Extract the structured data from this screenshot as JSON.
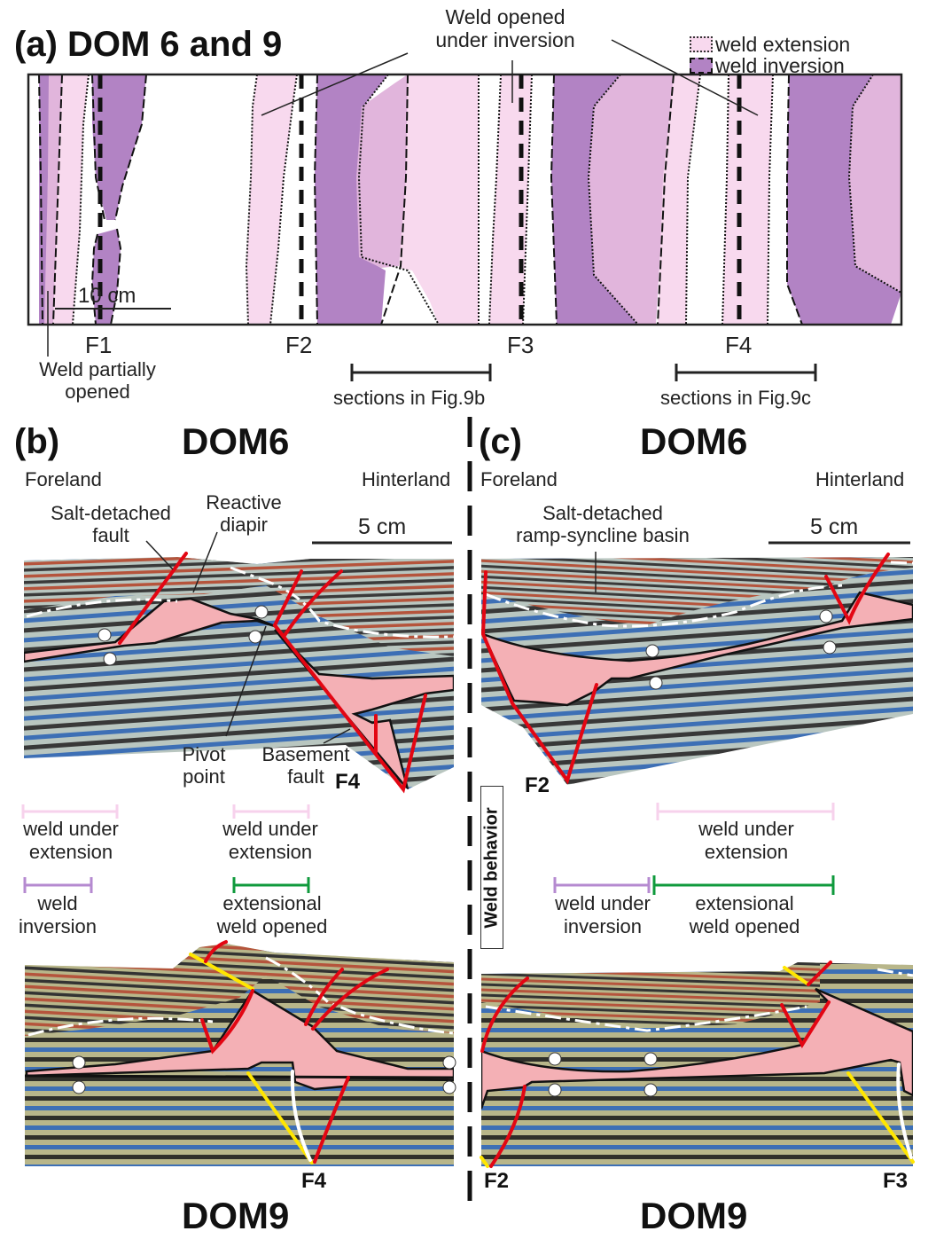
{
  "panel_a": {
    "title": "(a) DOM 6 and 9",
    "legend": [
      {
        "label": "weld extension",
        "color": "#f8d9ee",
        "border": "dotted"
      },
      {
        "label": "weld inversion",
        "color": "#b283c4",
        "border": "dashed"
      }
    ],
    "annotations": {
      "weld_opened": [
        "Weld opened",
        "under inversion"
      ],
      "weld_partially": [
        "Weld partially",
        "opened"
      ],
      "scale": "10 cm"
    },
    "faults": [
      "F1",
      "F2",
      "F3",
      "F4"
    ],
    "sections": [
      "sections in Fig.9b",
      "sections in Fig.9c"
    ],
    "colors": {
      "extension": "#f8d9ee",
      "extension_mid": "#e1b5dc",
      "inversion": "#b283c4"
    }
  },
  "panel_b": {
    "label": "(b)",
    "top_title": "DOM6",
    "bottom_title": "DOM9",
    "foreland": "Foreland",
    "hinterland": "Hinterland",
    "scale": "5 cm",
    "annotations": {
      "salt_detached_fault": [
        "Salt-detached",
        "fault"
      ],
      "reactive_diapir": [
        "Reactive",
        "diapir"
      ],
      "pivot_point": [
        "Pivot",
        "point"
      ],
      "basement_fault": [
        "Basement",
        "fault"
      ]
    },
    "fault_top": "F4",
    "fault_bottom": "F4",
    "weld_behavior": [
      {
        "label": [
          "weld under",
          "extension"
        ],
        "color": "#f7d2ec"
      },
      {
        "label": [
          "weld under",
          "extension"
        ],
        "color": "#f7d2ec"
      },
      {
        "label": [
          "weld",
          "inversion"
        ],
        "color": "#b58ad0"
      },
      {
        "label": [
          "extensional",
          "weld opened"
        ],
        "color": "#0f9a3c"
      }
    ]
  },
  "panel_c": {
    "label": "(c)",
    "top_title": "DOM6",
    "bottom_title": "DOM9",
    "foreland": "Foreland",
    "hinterland": "Hinterland",
    "scale": "5 cm",
    "annotations": {
      "basin": [
        "Salt-detached",
        "ramp-syncline basin"
      ]
    },
    "fault_top": "F2",
    "fault_bottom_left": "F2",
    "fault_bottom_right": "F3",
    "weld_behavior": [
      {
        "label": [
          "weld under",
          "extension"
        ],
        "color": "#f7d2ec"
      },
      {
        "label": [
          "weld under",
          "inversion"
        ],
        "color": "#b58ad0"
      },
      {
        "label": [
          "extensional",
          "weld opened"
        ],
        "color": "#0f9a3c"
      }
    ]
  },
  "weld_behavior_label": "Weld behavior",
  "colors": {
    "salt": "#f4b0b5",
    "fault_red": "#e30613",
    "fault_yellow": "#ffe600",
    "layer_red": "#b5543c",
    "layer_blue": "#3d6fb5",
    "layer_dark": "#333333",
    "layer_light_dom6": "#b9c6c0",
    "layer_light_dom9": "#b8b68a"
  }
}
